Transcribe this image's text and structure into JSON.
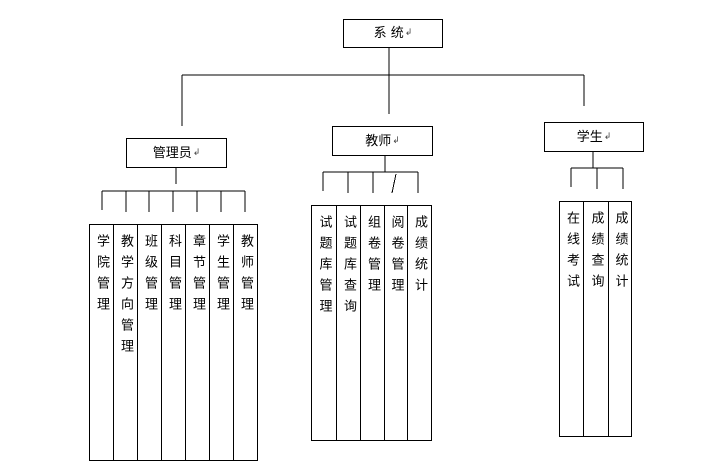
{
  "root": {
    "label": "系 统"
  },
  "branches": [
    {
      "label": "管理员",
      "children": [
        "学院管理",
        "教学方向管理",
        "班级管理",
        "科目管理",
        "章节管理",
        "学生管理",
        "教师管理"
      ]
    },
    {
      "label": "教师",
      "children": [
        "试题库管理",
        "试题库查询",
        "组卷管理",
        "阅卷管理",
        "成绩统计"
      ]
    },
    {
      "label": "学生",
      "children": [
        "在线考试",
        "成绩查询",
        "成绩统计"
      ]
    }
  ],
  "paragraph_mark": "↲"
}
